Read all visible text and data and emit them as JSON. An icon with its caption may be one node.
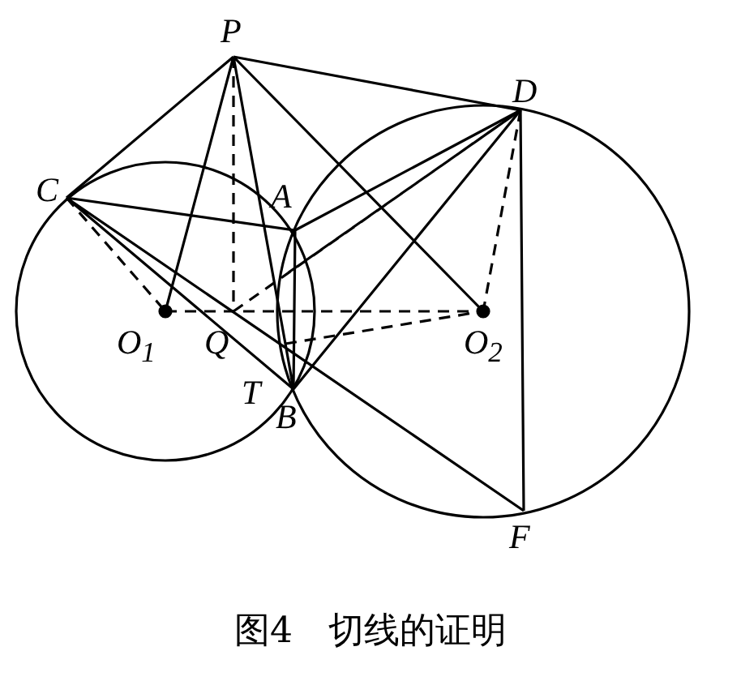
{
  "diagram": {
    "caption": "图4　切线的证明",
    "labels": [
      "P",
      "C",
      "A",
      "D",
      "O$_{1}$",
      "Q",
      "T",
      "O$_{2}$",
      "B",
      "F"
    ]
  }
}
